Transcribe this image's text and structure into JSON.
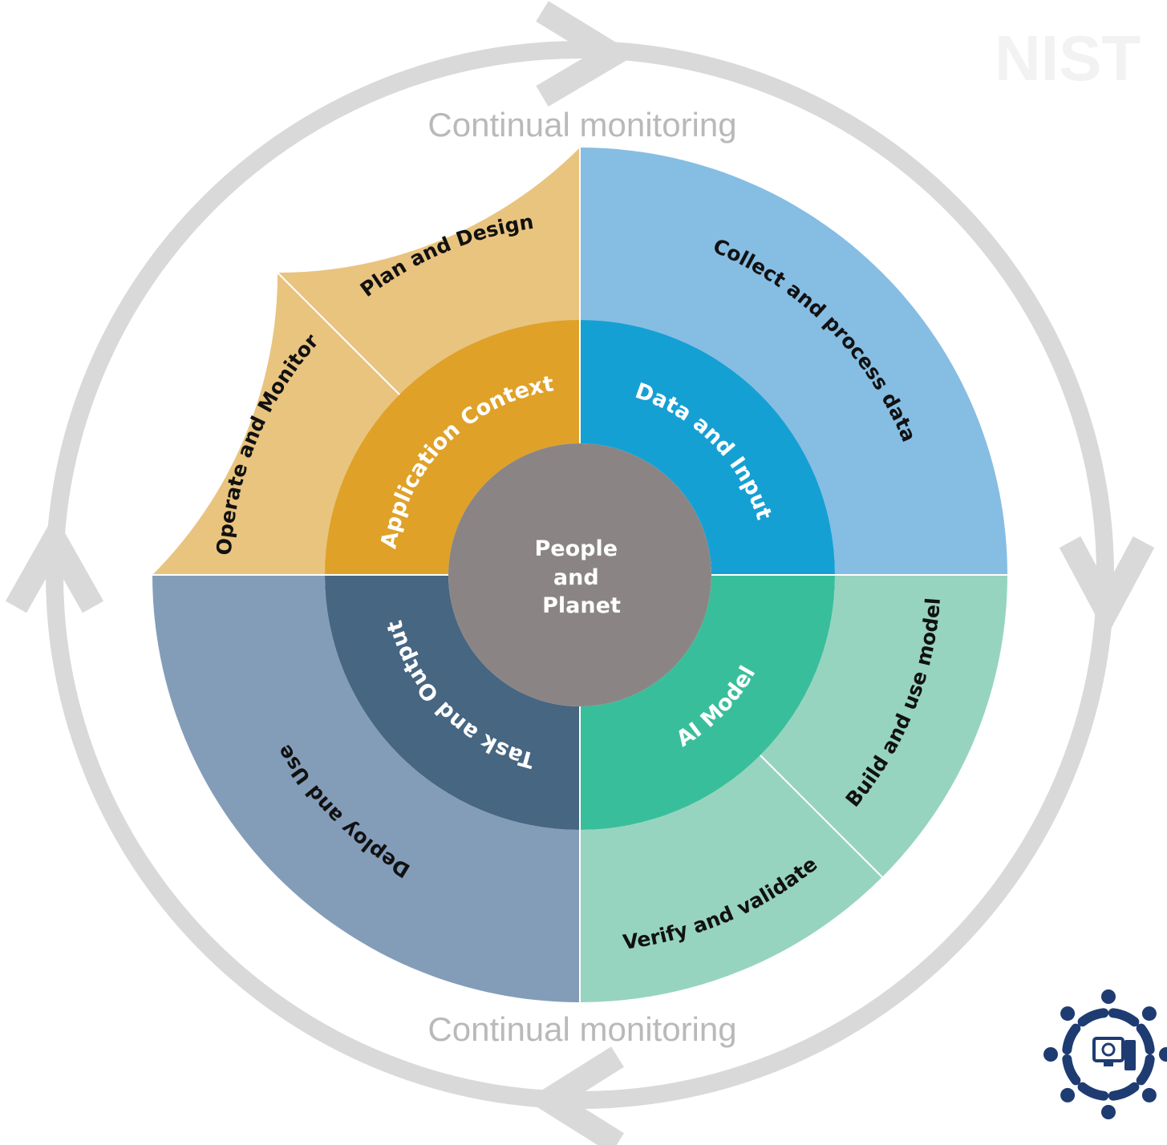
{
  "watermark": {
    "text": "NIST"
  },
  "cycle": {
    "top_label": "Continual monitoring",
    "bottom_label": "Continual monitoring"
  },
  "center": {
    "lines": [
      "People",
      "and",
      "Planet"
    ],
    "color": "#8a8584"
  },
  "inner_ring": {
    "application_context": {
      "label": "Application Context",
      "color": "#dfa128"
    },
    "data_and_input": {
      "label": "Data and Input",
      "color": "#15a0d4"
    },
    "ai_model": {
      "label": "AI Model",
      "color": "#39be9b"
    },
    "task_and_output": {
      "label": "Task and Output",
      "color": "#466682"
    }
  },
  "outer_ring": {
    "operate_and_monitor": {
      "label": "Operate and Monitor",
      "color": "#e9c47f"
    },
    "plan_and_design": {
      "label": "Plan and Design",
      "color": "#e9c47f"
    },
    "collect_and_process_data": {
      "label": "Collect and process data",
      "color": "#86bde3"
    },
    "build_and_use_model": {
      "label": "Build and use model",
      "color": "#97d4bf"
    },
    "verify_and_validate": {
      "label": "Verify and validate",
      "color": "#97d4bf"
    },
    "deploy_and_use": {
      "label": "Deploy and Use",
      "color": "#839db9"
    }
  },
  "logo": {
    "icon": "team-around-computer-icon",
    "color": "#1e3c72"
  }
}
